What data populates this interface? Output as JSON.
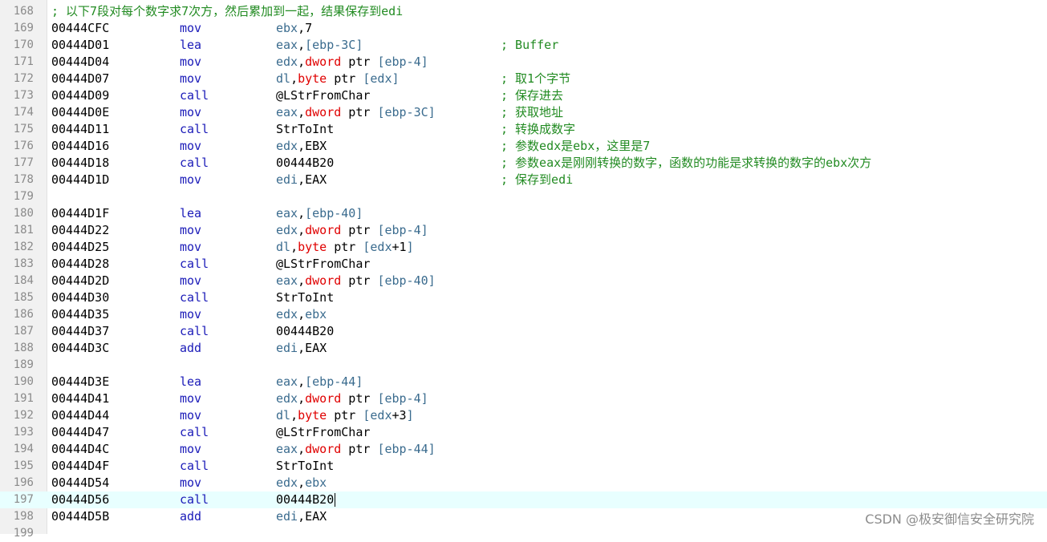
{
  "colors": {
    "comment": "#228b22",
    "mnemonic": "#1a1ab8",
    "register": "#3a6b8e",
    "keyword": "#e00000",
    "line_number": "#8a8a8a",
    "current_line_bg": "#e8ffff"
  },
  "current_line": 197,
  "lines": [
    {
      "n": "168",
      "full": "; 以下7段对每个数字求7次方，然后累加到一起，结果保存到edi"
    },
    {
      "n": "169",
      "addr": "00444CFC",
      "mn": "mov",
      "ops": [
        [
          "r",
          "ebx"
        ],
        [
          "n",
          ",7"
        ]
      ]
    },
    {
      "n": "170",
      "addr": "00444D01",
      "mn": "lea",
      "ops": [
        [
          "r",
          "eax"
        ],
        [
          "n",
          ","
        ],
        [
          "r",
          "[ebp-3C]"
        ]
      ],
      "cm": "; Buffer"
    },
    {
      "n": "171",
      "addr": "00444D04",
      "mn": "mov",
      "ops": [
        [
          "r",
          "edx"
        ],
        [
          "n",
          ","
        ],
        [
          "k",
          "dword"
        ],
        [
          "n",
          " ptr "
        ],
        [
          "r",
          "[ebp-4]"
        ]
      ]
    },
    {
      "n": "172",
      "addr": "00444D07",
      "mn": "mov",
      "ops": [
        [
          "r",
          "dl"
        ],
        [
          "n",
          ","
        ],
        [
          "k",
          "byte"
        ],
        [
          "n",
          " ptr "
        ],
        [
          "r",
          "[edx]"
        ]
      ],
      "cm": "; 取1个字节"
    },
    {
      "n": "173",
      "addr": "00444D09",
      "mn": "call",
      "ops": [
        [
          "n",
          "@LStrFromChar"
        ]
      ],
      "cm": "; 保存进去"
    },
    {
      "n": "174",
      "addr": "00444D0E",
      "mn": "mov",
      "ops": [
        [
          "r",
          "eax"
        ],
        [
          "n",
          ","
        ],
        [
          "k",
          "dword"
        ],
        [
          "n",
          " ptr "
        ],
        [
          "r",
          "[ebp-3C]"
        ]
      ],
      "cm": "; 获取地址"
    },
    {
      "n": "175",
      "addr": "00444D11",
      "mn": "call",
      "ops": [
        [
          "n",
          "StrToInt"
        ]
      ],
      "cm": "; 转换成数字"
    },
    {
      "n": "176",
      "addr": "00444D16",
      "mn": "mov",
      "ops": [
        [
          "r",
          "edx"
        ],
        [
          "n",
          ",EBX"
        ]
      ],
      "cm": "; 参数edx是ebx，这里是7"
    },
    {
      "n": "177",
      "addr": "00444D18",
      "mn": "call",
      "ops": [
        [
          "n",
          "00444B20"
        ]
      ],
      "cm": "; 参数eax是刚刚转换的数字，函数的功能是求转换的数字的ebx次方"
    },
    {
      "n": "178",
      "addr": "00444D1D",
      "mn": "mov",
      "ops": [
        [
          "r",
          "edi"
        ],
        [
          "n",
          ",EAX"
        ]
      ],
      "cm": "; 保存到edi"
    },
    {
      "n": "179"
    },
    {
      "n": "180",
      "addr": "00444D1F",
      "mn": "lea",
      "ops": [
        [
          "r",
          "eax"
        ],
        [
          "n",
          ","
        ],
        [
          "r",
          "[ebp-40]"
        ]
      ]
    },
    {
      "n": "181",
      "addr": "00444D22",
      "mn": "mov",
      "ops": [
        [
          "r",
          "edx"
        ],
        [
          "n",
          ","
        ],
        [
          "k",
          "dword"
        ],
        [
          "n",
          " ptr "
        ],
        [
          "r",
          "[ebp-4]"
        ]
      ]
    },
    {
      "n": "182",
      "addr": "00444D25",
      "mn": "mov",
      "ops": [
        [
          "r",
          "dl"
        ],
        [
          "n",
          ","
        ],
        [
          "k",
          "byte"
        ],
        [
          "n",
          " ptr "
        ],
        [
          "r",
          "[edx"
        ],
        [
          "n",
          "+1"
        ],
        [
          "r",
          "]"
        ]
      ]
    },
    {
      "n": "183",
      "addr": "00444D28",
      "mn": "call",
      "ops": [
        [
          "n",
          "@LStrFromChar"
        ]
      ]
    },
    {
      "n": "184",
      "addr": "00444D2D",
      "mn": "mov",
      "ops": [
        [
          "r",
          "eax"
        ],
        [
          "n",
          ","
        ],
        [
          "k",
          "dword"
        ],
        [
          "n",
          " ptr "
        ],
        [
          "r",
          "[ebp-40]"
        ]
      ]
    },
    {
      "n": "185",
      "addr": "00444D30",
      "mn": "call",
      "ops": [
        [
          "n",
          "StrToInt"
        ]
      ]
    },
    {
      "n": "186",
      "addr": "00444D35",
      "mn": "mov",
      "ops": [
        [
          "r",
          "edx"
        ],
        [
          "n",
          ","
        ],
        [
          "r",
          "ebx"
        ]
      ]
    },
    {
      "n": "187",
      "addr": "00444D37",
      "mn": "call",
      "ops": [
        [
          "n",
          "00444B20"
        ]
      ]
    },
    {
      "n": "188",
      "addr": "00444D3C",
      "mn": "add",
      "ops": [
        [
          "r",
          "edi"
        ],
        [
          "n",
          ",EAX"
        ]
      ]
    },
    {
      "n": "189"
    },
    {
      "n": "190",
      "addr": "00444D3E",
      "mn": "lea",
      "ops": [
        [
          "r",
          "eax"
        ],
        [
          "n",
          ","
        ],
        [
          "r",
          "[ebp-44]"
        ]
      ]
    },
    {
      "n": "191",
      "addr": "00444D41",
      "mn": "mov",
      "ops": [
        [
          "r",
          "edx"
        ],
        [
          "n",
          ","
        ],
        [
          "k",
          "dword"
        ],
        [
          "n",
          " ptr "
        ],
        [
          "r",
          "[ebp-4]"
        ]
      ]
    },
    {
      "n": "192",
      "addr": "00444D44",
      "mn": "mov",
      "ops": [
        [
          "r",
          "dl"
        ],
        [
          "n",
          ","
        ],
        [
          "k",
          "byte"
        ],
        [
          "n",
          " ptr "
        ],
        [
          "r",
          "[edx"
        ],
        [
          "n",
          "+3"
        ],
        [
          "r",
          "]"
        ]
      ]
    },
    {
      "n": "193",
      "addr": "00444D47",
      "mn": "call",
      "ops": [
        [
          "n",
          "@LStrFromChar"
        ]
      ]
    },
    {
      "n": "194",
      "addr": "00444D4C",
      "mn": "mov",
      "ops": [
        [
          "r",
          "eax"
        ],
        [
          "n",
          ","
        ],
        [
          "k",
          "dword"
        ],
        [
          "n",
          " ptr "
        ],
        [
          "r",
          "[ebp-44]"
        ]
      ]
    },
    {
      "n": "195",
      "addr": "00444D4F",
      "mn": "call",
      "ops": [
        [
          "n",
          "StrToInt"
        ]
      ]
    },
    {
      "n": "196",
      "addr": "00444D54",
      "mn": "mov",
      "ops": [
        [
          "r",
          "edx"
        ],
        [
          "n",
          ","
        ],
        [
          "r",
          "ebx"
        ]
      ]
    },
    {
      "n": "197",
      "addr": "00444D56",
      "mn": "call",
      "ops": [
        [
          "n",
          "00444B20"
        ]
      ]
    },
    {
      "n": "198",
      "addr": "00444D5B",
      "mn": "add",
      "ops": [
        [
          "r",
          "edi"
        ],
        [
          "n",
          ",EAX"
        ]
      ]
    },
    {
      "n": "199"
    }
  ],
  "watermark": "CSDN @极安御信安全研究院"
}
